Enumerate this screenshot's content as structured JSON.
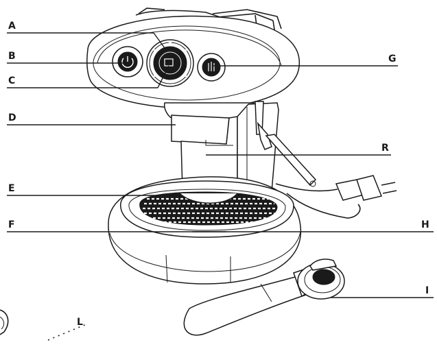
{
  "labels": {
    "a": "A",
    "b": "B",
    "c": "C",
    "d": "D",
    "e": "E",
    "f": "F",
    "g": "G",
    "h": "H",
    "i": "I",
    "l": "L",
    "r": "R"
  }
}
